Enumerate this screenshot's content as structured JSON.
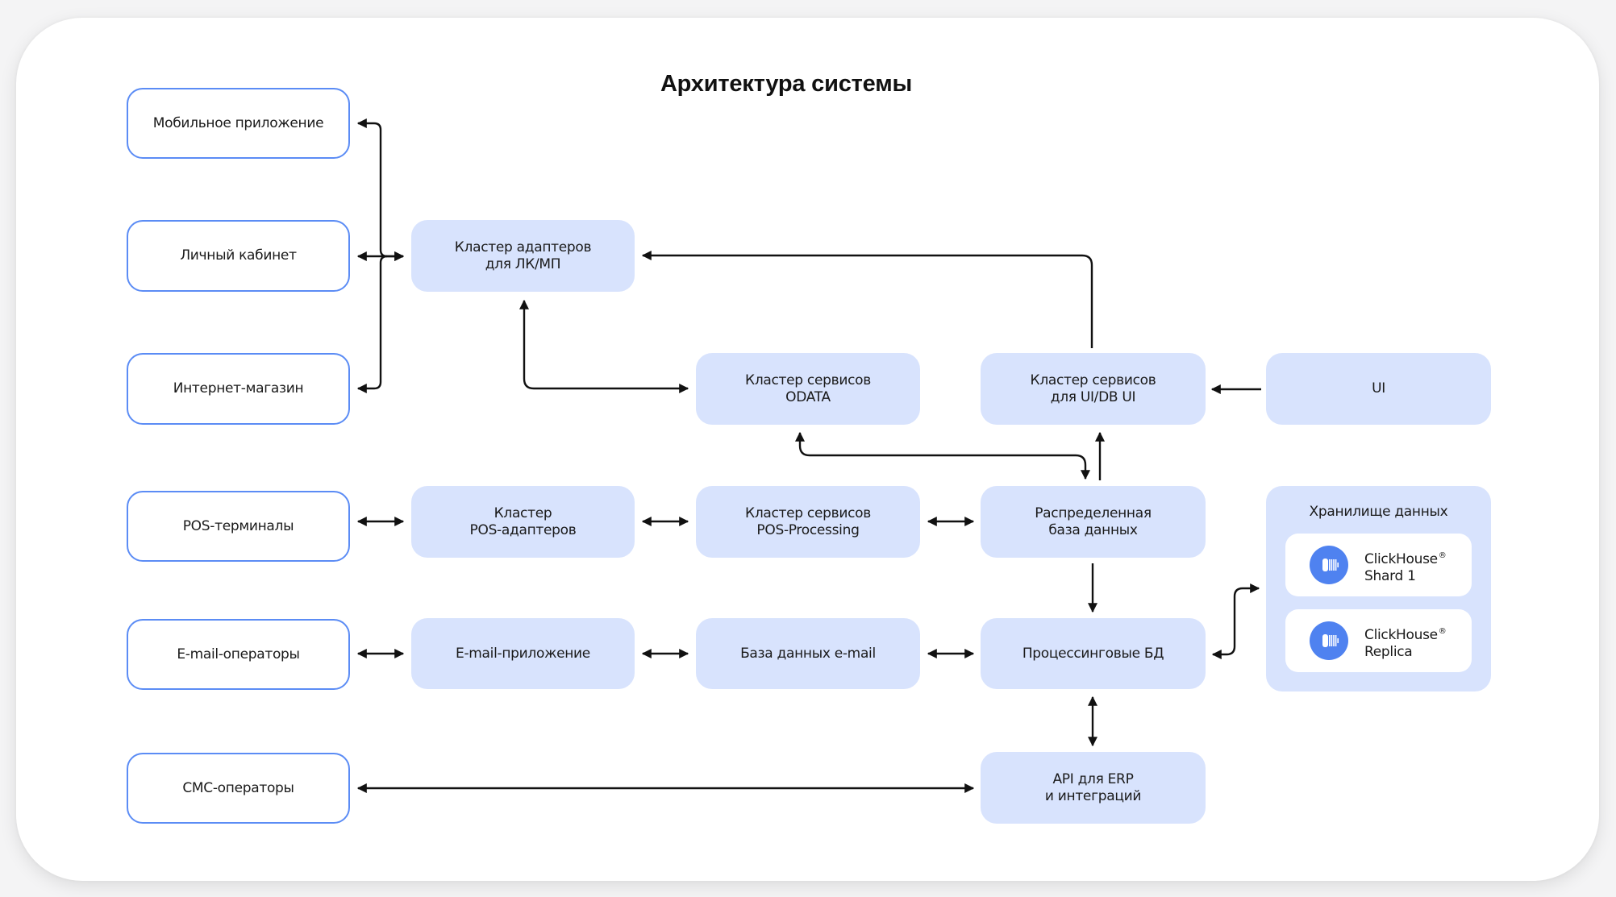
{
  "title": "Архитектура системы",
  "colors": {
    "external_border": "#5b8cf5",
    "service_fill": "#d8e3fd",
    "icon_fill": "#4f82f0",
    "connector": "#111111"
  },
  "external_systems": [
    {
      "id": "mobile",
      "label": "Мобильное приложение"
    },
    {
      "id": "cabinet",
      "label": "Личный кабинет"
    },
    {
      "id": "shop",
      "label": "Интернет-магазин"
    },
    {
      "id": "pos_terminals",
      "label": "POS-терминалы"
    },
    {
      "id": "email_operators",
      "label": "E-mail-операторы"
    },
    {
      "id": "sms_operators",
      "label": "СМС-операторы"
    }
  ],
  "services": [
    {
      "id": "adapters_lk_mp",
      "label": "Кластер адаптеров\nдля ЛК/МП"
    },
    {
      "id": "odata",
      "label": "Кластер сервисов\nODATA"
    },
    {
      "id": "ui_db_ui",
      "label": "Кластер сервисов\nдля UI/DB UI"
    },
    {
      "id": "ui",
      "label": "UI"
    },
    {
      "id": "pos_adapters",
      "label": "Кластер\nPOS-адаптеров"
    },
    {
      "id": "pos_processing",
      "label": "Кластер сервисов\nPOS-Processing"
    },
    {
      "id": "distributed_db",
      "label": "Распределенная\nбаза данных"
    },
    {
      "id": "email_app",
      "label": "E-mail-приложение"
    },
    {
      "id": "email_db",
      "label": "База данных e-mail"
    },
    {
      "id": "processing_db",
      "label": "Процессинговые БД"
    },
    {
      "id": "erp_api",
      "label": "API для ERP\nи интеграций"
    }
  ],
  "storage": {
    "title": "Хранилище данных",
    "items": [
      {
        "name": "ClickHouse",
        "mark": "®",
        "role": "Shard 1",
        "icon": "clickhouse-icon"
      },
      {
        "name": "ClickHouse",
        "mark": "®",
        "role": "Replica",
        "icon": "clickhouse-icon"
      }
    ]
  },
  "connections": [
    {
      "from": "mobile",
      "to": "adapters_lk_mp",
      "type": "bidirectional"
    },
    {
      "from": "cabinet",
      "to": "adapters_lk_mp",
      "type": "bidirectional"
    },
    {
      "from": "shop",
      "to": "adapters_lk_mp",
      "type": "bidirectional"
    },
    {
      "from": "ui_db_ui",
      "to": "adapters_lk_mp",
      "type": "directed"
    },
    {
      "from": "adapters_lk_mp",
      "to": "odata",
      "type": "bidirectional"
    },
    {
      "from": "ui",
      "to": "ui_db_ui",
      "type": "directed"
    },
    {
      "from": "odata",
      "to": "distributed_db",
      "type": "bidirectional"
    },
    {
      "from": "distributed_db",
      "to": "ui_db_ui",
      "type": "directed"
    },
    {
      "from": "pos_terminals",
      "to": "pos_adapters",
      "type": "bidirectional"
    },
    {
      "from": "pos_adapters",
      "to": "pos_processing",
      "type": "bidirectional"
    },
    {
      "from": "pos_processing",
      "to": "distributed_db",
      "type": "bidirectional"
    },
    {
      "from": "distributed_db",
      "to": "processing_db",
      "type": "directed"
    },
    {
      "from": "email_operators",
      "to": "email_app",
      "type": "bidirectional"
    },
    {
      "from": "email_app",
      "to": "email_db",
      "type": "bidirectional"
    },
    {
      "from": "email_db",
      "to": "processing_db",
      "type": "bidirectional"
    },
    {
      "from": "processing_db",
      "to": "storage",
      "type": "bidirectional"
    },
    {
      "from": "processing_db",
      "to": "erp_api",
      "type": "bidirectional"
    },
    {
      "from": "sms_operators",
      "to": "erp_api",
      "type": "bidirectional"
    }
  ]
}
